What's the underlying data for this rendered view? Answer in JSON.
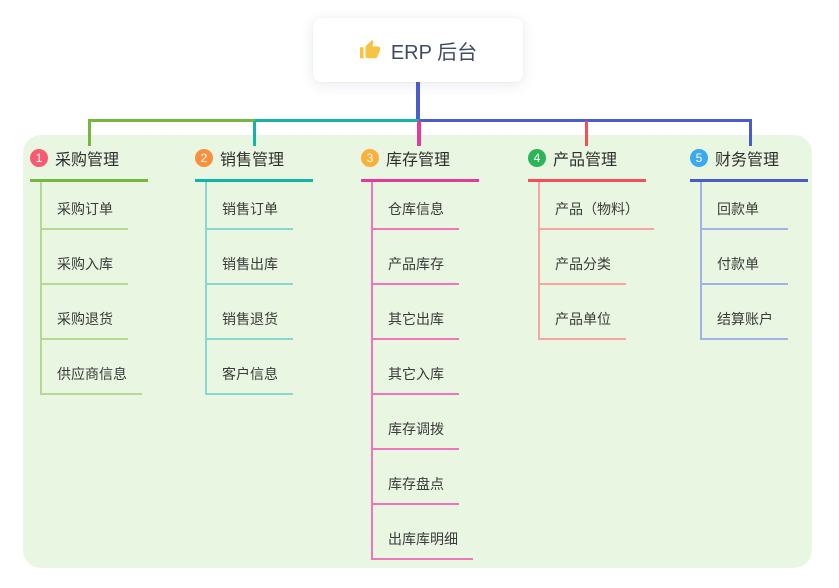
{
  "root": {
    "title": "ERP 后台",
    "icon": "thumbs-up-icon",
    "icon_color": "#f6c344"
  },
  "connector": {
    "stem_color": "#4a5cc8"
  },
  "canvas": {
    "background": "#e9f6e1"
  },
  "branches": [
    {
      "index": "1",
      "label": "采购管理",
      "color": "#78b73d",
      "light_color": "#b5d893",
      "badge_color": "#f85a70",
      "items": [
        "采购订单",
        "采购入库",
        "采购退货",
        "供应商信息"
      ]
    },
    {
      "index": "2",
      "label": "销售管理",
      "color": "#13b5a9",
      "light_color": "#86d8d0",
      "badge_color": "#f9903f",
      "items": [
        "销售订单",
        "销售出库",
        "销售退货",
        "客户信息"
      ]
    },
    {
      "index": "3",
      "label": "库存管理",
      "color": "#e23a9d",
      "light_color": "#f075bd",
      "badge_color": "#fbb03c",
      "items": [
        "仓库信息",
        "产品库存",
        "其它出库",
        "其它入库",
        "库存调拨",
        "库存盘点",
        "出库库明细"
      ]
    },
    {
      "index": "4",
      "label": "产品管理",
      "color": "#f25056",
      "light_color": "#f8a3a4",
      "badge_color": "#2cb457",
      "items": [
        "产品（物料）",
        "产品分类",
        "产品单位"
      ]
    },
    {
      "index": "5",
      "label": "财务管理",
      "color": "#4a5cc8",
      "light_color": "#9fb4e6",
      "badge_color": "#3ba9ef",
      "items": [
        "回款单",
        "付款单",
        "结算账户"
      ]
    }
  ]
}
